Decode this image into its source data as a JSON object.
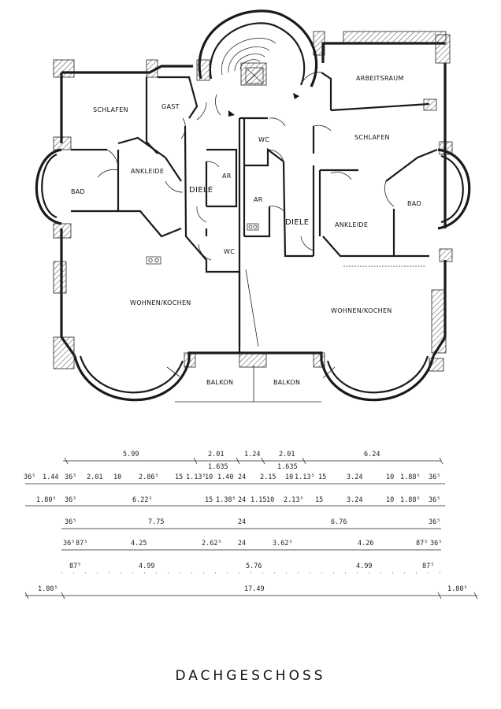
{
  "title": "DACHGESCHOSS",
  "rooms": {
    "schlafen_left": "SCHLAFEN",
    "gast": "GAST",
    "ankleide_left": "ANKLEIDE",
    "bad_left": "BAD",
    "diele_left": "DIELE",
    "ar_left": "AR",
    "wc_left": "WC",
    "wc_center": "WC",
    "ar_center": "AR",
    "diele_right": "DIELE",
    "arbeitsraum": "ARBEITSRAUM",
    "schlafen_right": "SCHLAFEN",
    "ankleide_right": "ANKLEIDE",
    "bad_right": "BAD",
    "wohnen_left": "WOHNEN/KOCHEN",
    "wohnen_right": "WOHNEN/KOCHEN",
    "balkon_left": "BALKON",
    "balkon_right": "BALKON"
  },
  "dimensions": {
    "row1": [
      "5.99",
      "2.01",
      "1.24",
      "2.01",
      "6.24"
    ],
    "row1_sub": [
      "1.635",
      "1.635"
    ],
    "row2": [
      "36⁵",
      "1.44",
      "36⁵",
      "2.01",
      "10",
      "2.86⁵",
      "15",
      "1.13⁵",
      "10",
      "1.40",
      "24",
      "2.15",
      "10",
      "1.13⁵",
      "15",
      "3.24",
      "10",
      "1.88⁵",
      "36⁵"
    ],
    "row3": [
      "1.80⁵",
      "36⁵",
      "6.22⁵",
      "15",
      "1.38⁵",
      "24",
      "1.15",
      "10",
      "2.13⁵",
      "15",
      "3.24",
      "10",
      "1.88⁵",
      "36⁵"
    ],
    "row4": [
      "36⁵",
      "7.75",
      "24",
      "6.76",
      "36⁵"
    ],
    "row5": [
      "36⁵",
      "87⁵",
      "4.25",
      "2.62⁵",
      "24",
      "3.62⁵",
      "4.26",
      "87⁵",
      "36⁵"
    ],
    "row6": [
      "87⁵",
      "4.99",
      "5.76",
      "4.99",
      "87⁵"
    ],
    "row7": [
      "1.80⁵",
      "17.49",
      "1.80⁵"
    ]
  }
}
